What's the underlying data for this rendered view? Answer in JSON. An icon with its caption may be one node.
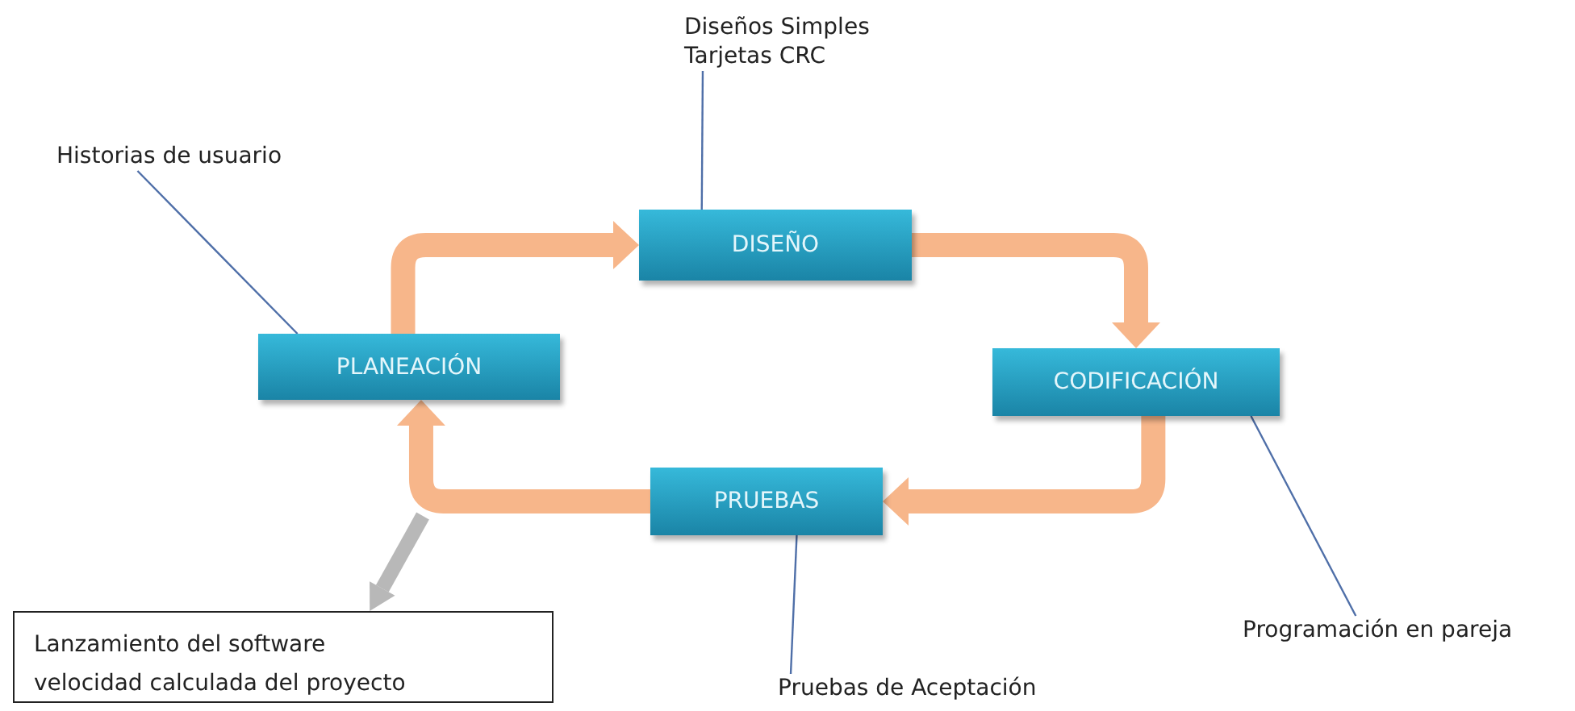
{
  "diagram": {
    "nodes": [
      {
        "text": [
          "Historias de usuario"
        ]
      },
      {
        "text": [
          "Diseños Simples",
          "Tarjetas CRC"
        ]
      },
      {
        "text": [
          "PLANEACIÓN"
        ]
      },
      {
        "text": [
          "DISEÑO"
        ]
      },
      {
        "text": [
          "CODIFICACIÓN"
        ]
      },
      {
        "text": [
          "PRUEBAS"
        ]
      },
      {
        "text": [
          "Programación en pareja"
        ]
      },
      {
        "text": [
          "Pruebas de Aceptación"
        ]
      },
      {
        "text": [
          "Lanzamiento del software",
          "velocidad calculada del proyecto"
        ]
      }
    ],
    "edges": [
      {
        "from": 0,
        "to": 2,
        "arrow": "none",
        "color": "#4f6fa8"
      },
      {
        "from": 1,
        "to": 3,
        "arrow": "none",
        "color": "#4f6fa8"
      },
      {
        "from": 2,
        "to": 3,
        "arrow": "to",
        "color": "#f7b68a"
      },
      {
        "from": 3,
        "to": 4,
        "arrow": "to",
        "color": "#f7b68a"
      },
      {
        "from": 4,
        "to": 5,
        "arrow": "to",
        "color": "#f7b68a"
      },
      {
        "from": 5,
        "to": 2,
        "arrow": "to",
        "color": "#f7b68a"
      },
      {
        "from": 4,
        "to": 6,
        "arrow": "none",
        "color": "#4f6fa8"
      },
      {
        "from": 5,
        "to": 7,
        "arrow": "none",
        "color": "#4f6fa8"
      },
      {
        "from": null,
        "to": 8,
        "arrow": "to",
        "color": "#b8b8b8"
      }
    ]
  }
}
